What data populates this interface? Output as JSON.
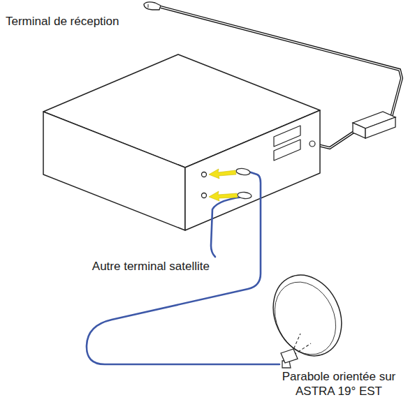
{
  "diagram": {
    "labels": [
      "Terminal de réception",
      "Autre terminal satellite",
      "Parabole orientée sur ASTRA 19° EST"
    ]
  }
}
